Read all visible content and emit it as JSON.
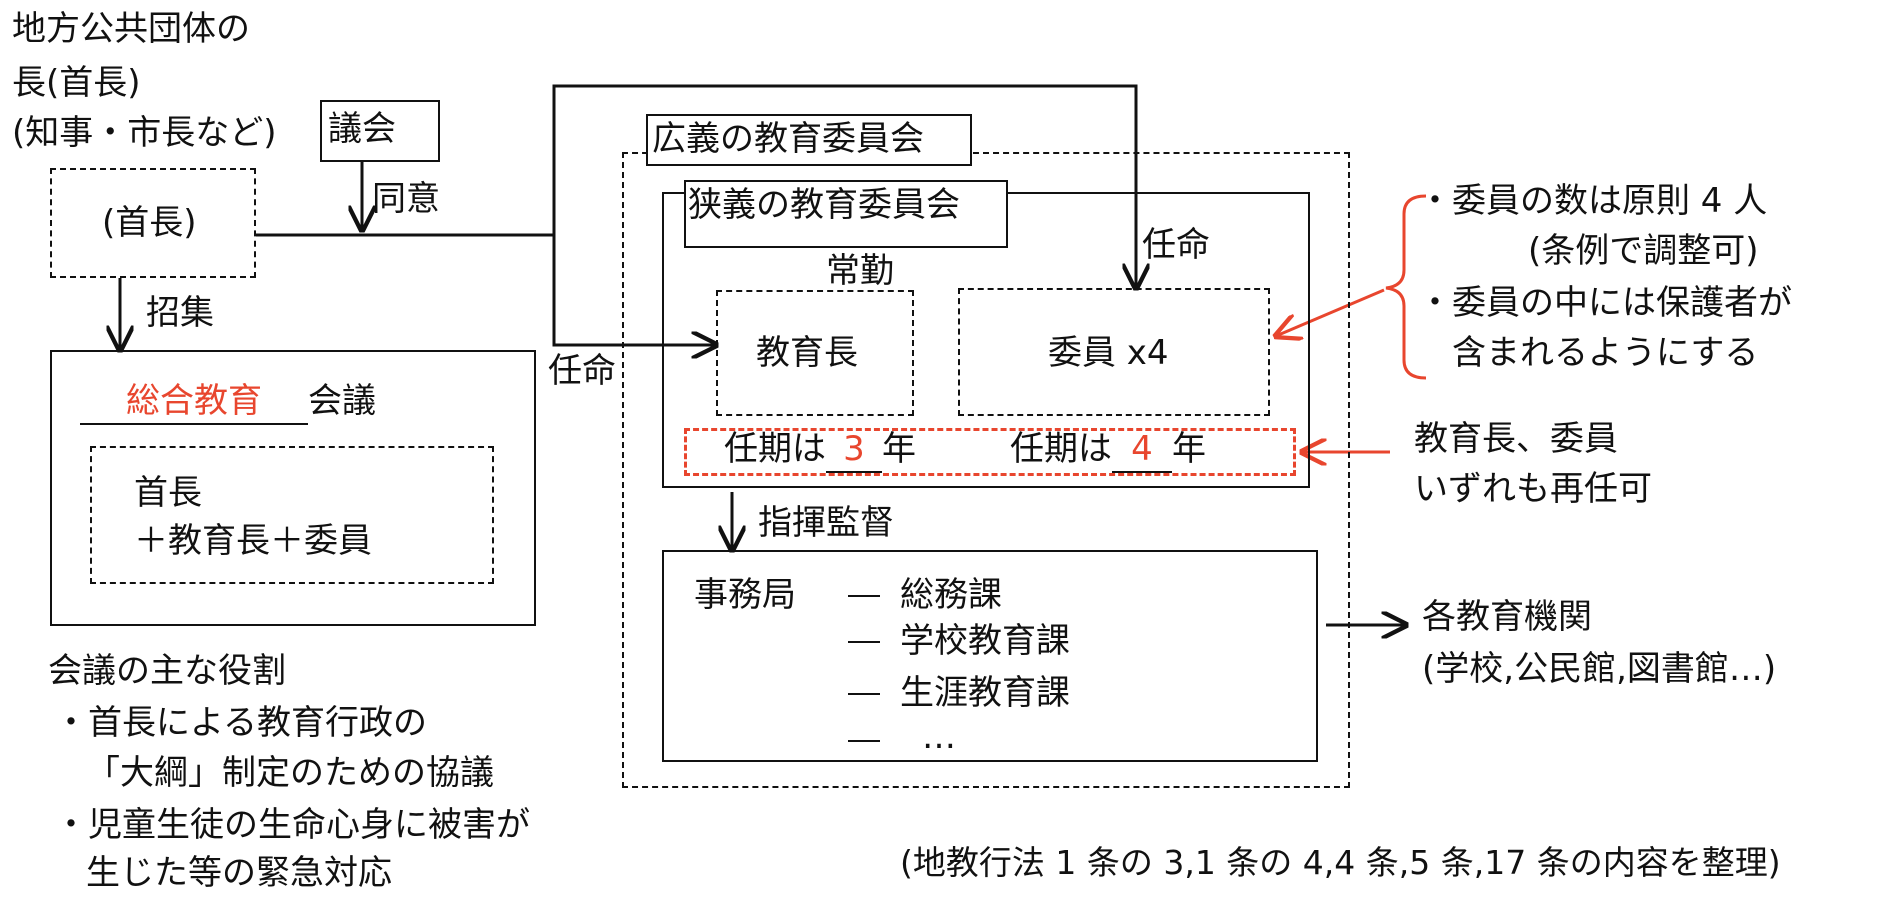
{
  "mayor_title": [
    "地方公共団体の",
    "長(首長)",
    "(知事・市長など)"
  ],
  "mayor_box": "(首長)",
  "assembly": "議会",
  "consent": "同意",
  "convene": "招集",
  "appoint_left": "任命",
  "appoint_top": "任命",
  "broad_board": "広義の教育委員会",
  "narrow_board": "狭義の教育委員会",
  "fulltime": "常勤",
  "superintendent": "教育長",
  "members": "委員 x4",
  "term_prefix_1": "任期は",
  "term_value_1": "3",
  "term_suffix_1": "年",
  "term_prefix_2": "任期は",
  "term_value_2": "4",
  "term_suffix_2": "年",
  "supervision": "指揮監督",
  "secretariat": "事務局",
  "dash": "—",
  "divisions": [
    "総務課",
    "学校教育課",
    "生涯教育課",
    "…"
  ],
  "institutions": [
    "各教育機関",
    "(学校,公民館,図書館…)"
  ],
  "conference_name": "総合教育",
  "conference_suffix": "会議",
  "conference_members": [
    "首長",
    "＋教育長＋委員"
  ],
  "roles_title": "会議の主な役割",
  "roles": [
    "・首長による教育行政の",
    "「大綱」制定のための協議",
    "・児童生徒の生命心身に被害が",
    "生じた等の緊急対応"
  ],
  "member_notes": [
    "・委員の数は原則 4 人",
    "(条例で調整可)",
    "・委員の中には保護者が",
    "含まれるようにする"
  ],
  "reappoint_note": [
    "教育長、委員",
    "いずれも再任可"
  ],
  "footer": "(地教行法 1 条の 3,1 条の 4,4 条,5 条,17 条の内容を整理)",
  "colors": {
    "accent": "#e8462e",
    "line": "#111111"
  }
}
